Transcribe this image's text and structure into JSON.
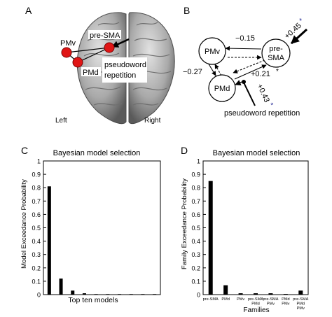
{
  "panels": {
    "a": {
      "letter": "A",
      "labels": {
        "pmv": "PMv",
        "presma": "pre-SMA",
        "pmd": "PMd",
        "pseudo1": "pseudoword",
        "pseudo2": "repetition"
      },
      "left": "Left",
      "right": "Right",
      "dot_color": "#e01515"
    },
    "b": {
      "letter": "B",
      "nodes": {
        "pmv": "PMv",
        "presma1": "pre-",
        "presma2": "SMA",
        "pmd": "PMd"
      },
      "weights": {
        "presma_pmv": "−0.15",
        "pmv_pmd": "−0.27",
        "pmd_presma": "+0.21",
        "input_presma": "+0.45",
        "input_pmd": "+0.43"
      },
      "star": "*",
      "star_color": "#1a1f8f",
      "input_label": "pseudoword repetition"
    },
    "c": {
      "letter": "C",
      "title": "Bayesian model selection",
      "ylabel": "Model Exceedance Probability",
      "xlabel": "Top ten models",
      "yticks": [
        "0",
        "0.1",
        "0.2",
        "0.3",
        "0.4",
        "0.5",
        "0.6",
        "0.7",
        "0.8",
        "0.9",
        "1"
      ]
    },
    "d": {
      "letter": "D",
      "title": "Bayesian model selection",
      "ylabel": "Family Exceedance Probability",
      "xlabel": "Families",
      "yticks": [
        "0",
        "0.1",
        "0.2",
        "0.3",
        "0.4",
        "0.5",
        "0.6",
        "0.7",
        "0.8",
        "0.9",
        "1"
      ],
      "category_labels": [
        [
          "pre-SMA"
        ],
        [
          "PMd"
        ],
        [
          "PMv"
        ],
        [
          "pre-SMA",
          "PMd"
        ],
        [
          "pre-SMA",
          "PMv"
        ],
        [
          "PMd",
          "PMv"
        ],
        [
          "pre-SMA",
          "PMd",
          "PMv"
        ]
      ]
    }
  },
  "chart_data": [
    {
      "type": "bar",
      "title": "Bayesian model selection",
      "xlabel": "Top ten models",
      "ylabel": "Model Exceedance Probability",
      "ylim": [
        0,
        1
      ],
      "categories": [
        "1",
        "2",
        "3",
        "4",
        "5",
        "6",
        "7",
        "8",
        "9",
        "10"
      ],
      "values": [
        0.81,
        0.12,
        0.03,
        0.01,
        0.004,
        0.003,
        0.002,
        0.002,
        0.001,
        0.001
      ],
      "grid": false,
      "bar_color": "#000000"
    },
    {
      "type": "bar",
      "title": "Bayesian model selection",
      "xlabel": "Families",
      "ylabel": "Family Exceedance Probability",
      "ylim": [
        0,
        1
      ],
      "categories": [
        "pre-SMA",
        "PMd",
        "PMv",
        "pre-SMA PMd",
        "pre-SMA PMv",
        "PMd PMv",
        "pre-SMA PMd PMv"
      ],
      "values": [
        0.85,
        0.07,
        0.01,
        0.01,
        0.01,
        0.005,
        0.03
      ],
      "grid": false,
      "bar_color": "#000000"
    }
  ]
}
